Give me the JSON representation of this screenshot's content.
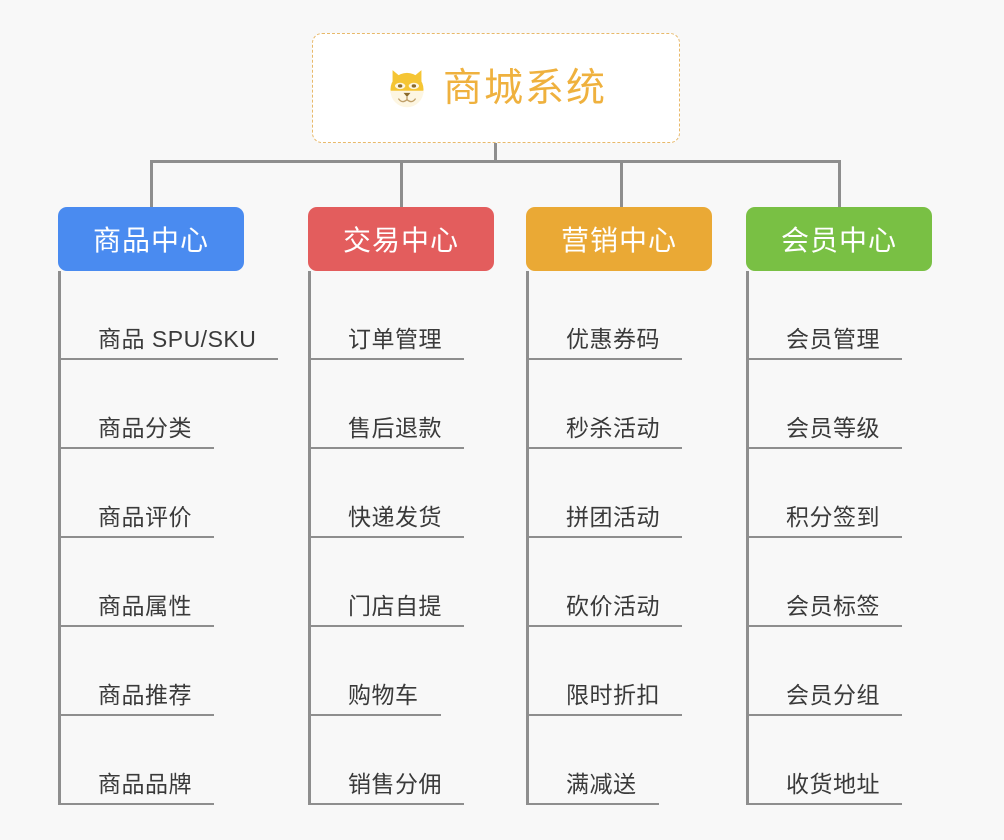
{
  "page": {
    "background_color": "#f8f8f8",
    "line_color": "#8e8e8e"
  },
  "root": {
    "title": "商城系统",
    "icon": "dog-face-emoji",
    "text_color": "#efb13e",
    "border_color": "#e8b96a",
    "background_color": "#ffffff"
  },
  "branches": [
    {
      "label": "商品中心",
      "color": "#4a8bf0",
      "items": [
        {
          "label": "商品 SPU/SKU"
        },
        {
          "label": "商品分类"
        },
        {
          "label": "商品评价"
        },
        {
          "label": "商品属性"
        },
        {
          "label": "商品推荐"
        },
        {
          "label": "商品品牌"
        }
      ]
    },
    {
      "label": "交易中心",
      "color": "#e35d5d",
      "items": [
        {
          "label": "订单管理"
        },
        {
          "label": "售后退款"
        },
        {
          "label": "快递发货"
        },
        {
          "label": "门店自提"
        },
        {
          "label": "购物车"
        },
        {
          "label": "销售分佣"
        }
      ]
    },
    {
      "label": "营销中心",
      "color": "#eaa935",
      "items": [
        {
          "label": "优惠券码"
        },
        {
          "label": "秒杀活动"
        },
        {
          "label": "拼团活动"
        },
        {
          "label": "砍价活动"
        },
        {
          "label": "限时折扣"
        },
        {
          "label": "满减送"
        }
      ]
    },
    {
      "label": "会员中心",
      "color": "#79c044",
      "items": [
        {
          "label": "会员管理"
        },
        {
          "label": "会员等级"
        },
        {
          "label": "积分签到"
        },
        {
          "label": "会员标签"
        },
        {
          "label": "会员分组"
        },
        {
          "label": "收货地址"
        }
      ]
    }
  ]
}
